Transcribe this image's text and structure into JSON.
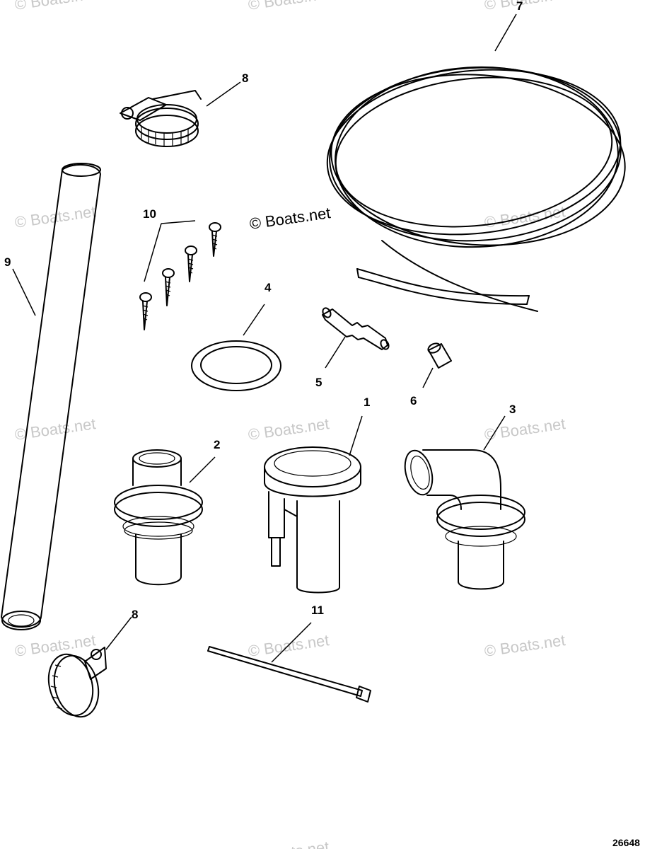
{
  "watermarks": [
    "© Boats.net",
    "© Boats.net",
    "© Boats.net",
    "© Boats.net",
    "© Boats.net",
    "© Boats.net",
    "© Boats.net",
    "© Boats.net",
    "© Boats.net",
    "© Boats.net",
    "© Boats.net",
    "© Boats.net"
  ],
  "center_watermark": "© Boats.net",
  "callouts": {
    "c1": "1",
    "c2": "2",
    "c3": "3",
    "c4": "4",
    "c5": "5",
    "c6": "6",
    "c7": "7",
    "c8a": "8",
    "c8b": "8",
    "c9": "9",
    "c10": "10",
    "c11": "11"
  },
  "figure_number": "26648",
  "icons": {
    "p1": "thru-hull-fitting-with-drain-icon",
    "p2": "straight-thru-hull-fitting-icon",
    "p3": "elbow-thru-hull-fitting-icon",
    "p4": "gasket-ring-icon",
    "p5": "hose-connector-icon",
    "p6": "sleeve-icon",
    "p7": "coiled-tubing-icon",
    "p8": "hose-clamp-icon",
    "p9": "corrugated-hose-icon",
    "p10": "screw-icon",
    "p11": "cable-tie-icon"
  }
}
